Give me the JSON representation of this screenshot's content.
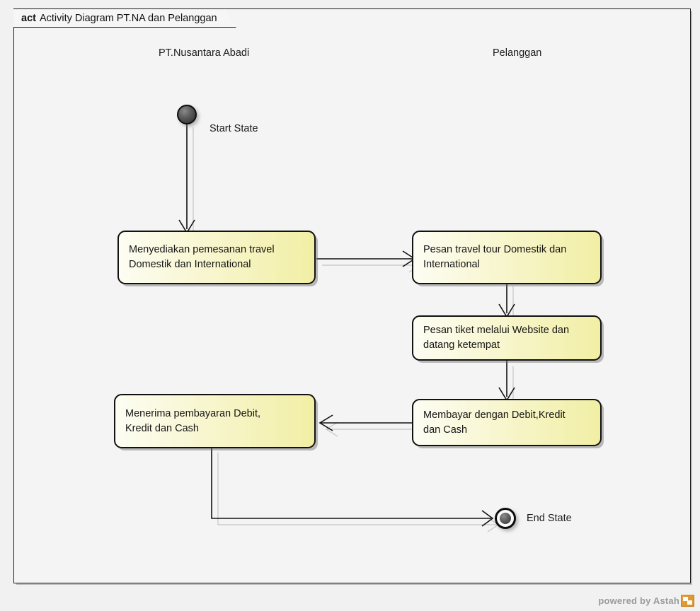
{
  "diagram": {
    "keyword": "act",
    "title": "Activity Diagram PT.NA dan Pelanggan"
  },
  "lanes": [
    {
      "name": "lane-pt-nusantara-abadi",
      "label": "PT.Nusantara Abadi"
    },
    {
      "name": "lane-pelanggan",
      "label": "Pelanggan"
    }
  ],
  "states": {
    "start": {
      "label": "Start State"
    },
    "end": {
      "label": "End State"
    }
  },
  "nodes": [
    {
      "id": "menyediakan-pemesanan",
      "label": "Menyediakan pemesanan travel\nDomestik dan International"
    },
    {
      "id": "pesan-travel-tour",
      "label": "Pesan travel tour Domestik dan\nInternational"
    },
    {
      "id": "pesan-tiket-website",
      "label": "Pesan tiket melalui Website dan\ndatang ketempat"
    },
    {
      "id": "membayar-debit-kredit",
      "label": "Membayar dengan Debit,Kredit\ndan Cash"
    },
    {
      "id": "menerima-pembayaran",
      "label": "Menerima pembayaran Debit,\nKredit dan Cash"
    }
  ],
  "watermark": {
    "text": "powered by Astah",
    "logo_icon": "astah-logo-icon"
  },
  "colors": {
    "node_fill_left": "#fdfdf3",
    "node_fill_right": "#f1efa4",
    "node_border": "#111111",
    "canvas_background": "#f4f4f4",
    "edge": "#111111",
    "edge_shadow": "#bdbdbd",
    "watermark_text": "#9a9a9a",
    "logo_accent": "#e8a33d"
  }
}
